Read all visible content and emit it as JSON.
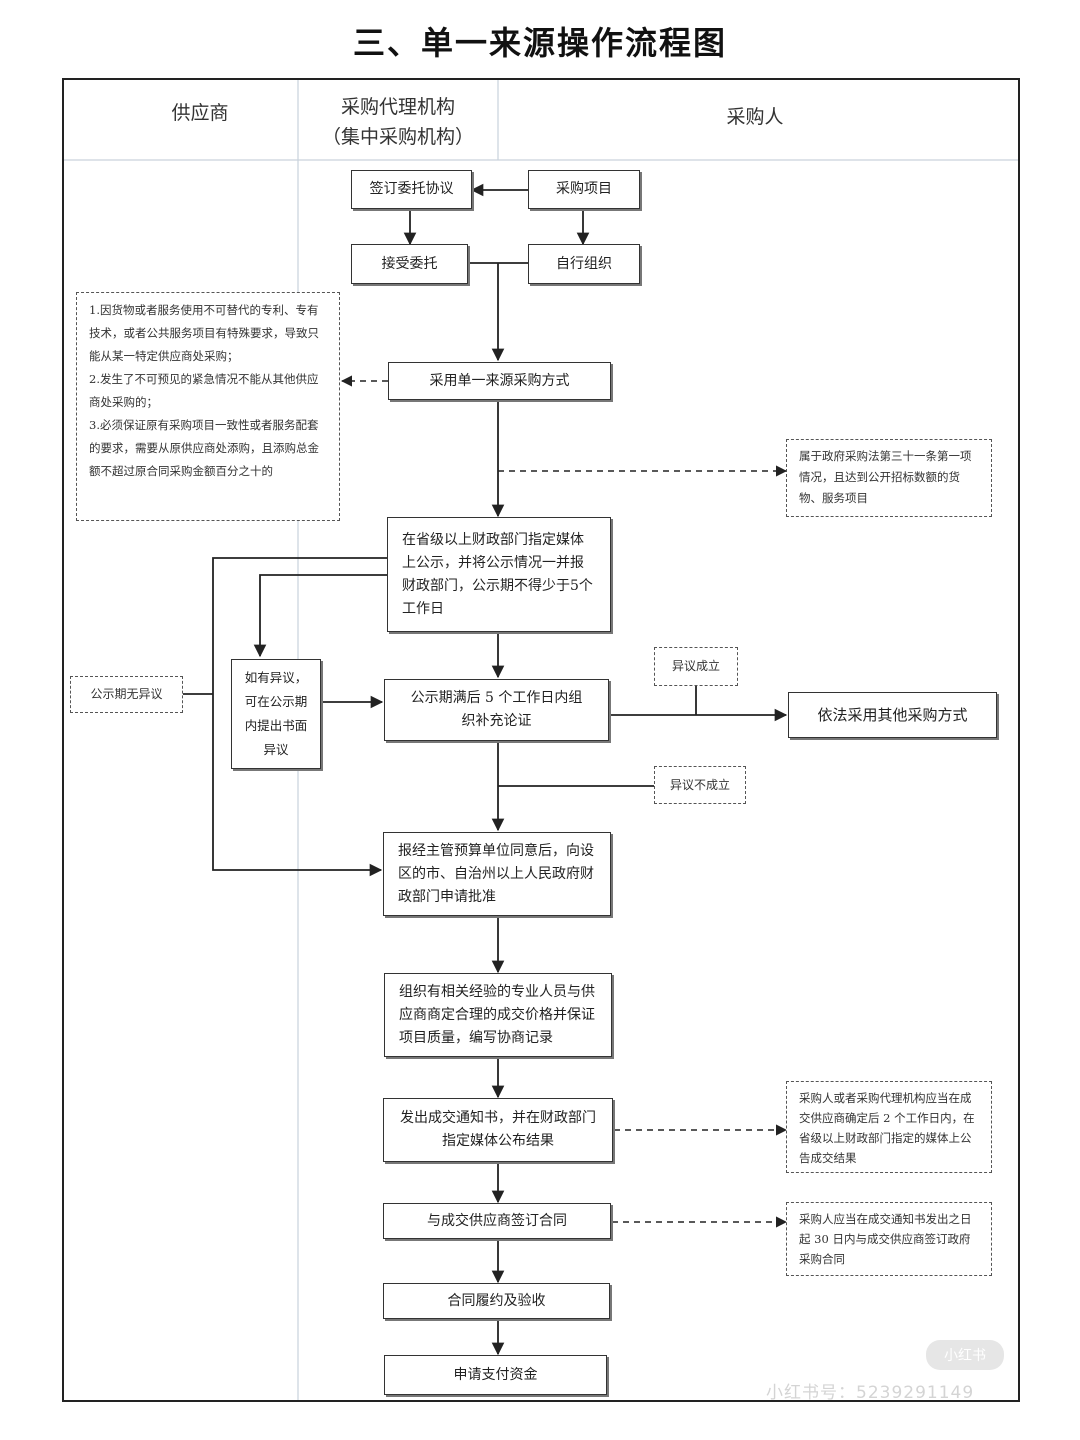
{
  "title": "三、单一来源操作流程图",
  "lanes": {
    "supplier": "供应商",
    "agency_line1": "采购代理机构",
    "agency_line2": "（集中采购机构）",
    "purchaser": "采购人"
  },
  "steps": {
    "sign_agreement": "签订委托协议",
    "procurement_project": "采购项目",
    "accept_entrustment": "接受委托",
    "self_organize": "自行组织",
    "adopt_single_source": "采用单一来源采购方式",
    "publicize": "在省级以上财政部门指定媒体上公示，并将公示情况一并报财政部门，公示期不得少于5个工作日",
    "objection_box": "如有异议，可在公示期内提出书面异议",
    "supplementary_review": "公示期满后 5 个工作日内组织补充论证",
    "other_method": "依法采用其他采购方式",
    "apply_approval": "报经主管预算单位同意后，向设区的市、自治州以上人民政府财政部门申请批准",
    "negotiate": "组织有相关经验的专业人员与供应商商定合理的成交价格并保证项目质量，编写协商记录",
    "issue_notice": "发出成交通知书，并在财政部门指定媒体公布结果",
    "sign_contract": "与成交供应商签订合同",
    "acceptance": "合同履约及验收",
    "payment": "申请支付资金"
  },
  "notes": {
    "conditions": [
      "1.因货物或者服务使用不可替代的专利、专有技术，或者公共服务项目有特殊要求，导致只能从某一特定供应商处采购；",
      "2.发生了不可预见的紧急情况不能从其他供应商处采购的；",
      "3.必须保证原有采购项目一致性或者服务配套的要求，需要从原供应商处添购，且添购总金额不超过原合同采购金额百分之十的"
    ],
    "law_article": "属于政府采购法第三十一条第一项情况，且达到公开招标数额的货物、服务项目",
    "no_objection": "公示期无异议",
    "objection_upheld": "异议成立",
    "objection_rejected": "异议不成立",
    "publish_result": "采购人或者采购代理机构应当在成交供应商确定后 2 个工作日内，在省级以上财政部门指定的媒体上公告成交结果",
    "contract_deadline": "采购人应当在成交通知书发出之日起 30 日内与成交供应商签订政府采购合同"
  },
  "watermark": "小红书号：5239291149",
  "watermark_logo": "小红书"
}
